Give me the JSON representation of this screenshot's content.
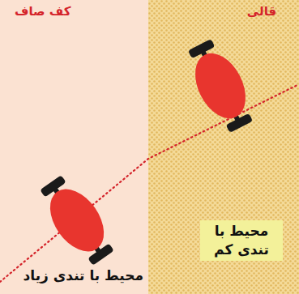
{
  "diagram": {
    "nodes": [
      {
        "text": [
          "کف صاف",
          "محیط با تندی زیاد"
        ]
      },
      {
        "text": [
          "قالی",
          "محیط با تندی کم"
        ]
      }
    ]
  }
}
